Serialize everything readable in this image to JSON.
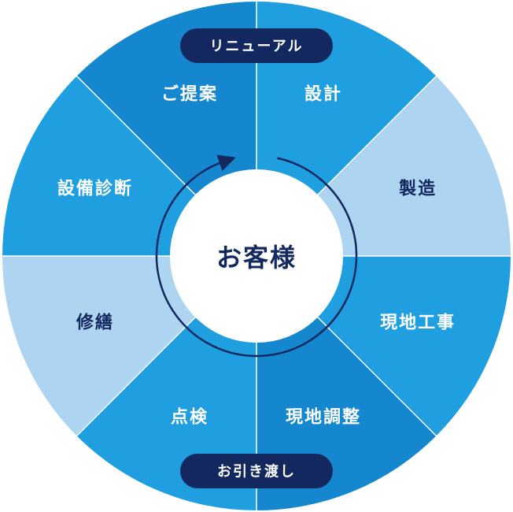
{
  "center": {
    "label": "お客様"
  },
  "segments": [
    {
      "label": "設計",
      "shade": "medium"
    },
    {
      "label": "製造",
      "shade": "light"
    },
    {
      "label": "現地工事",
      "shade": "medium"
    },
    {
      "label": "現地調整",
      "shade": "dark"
    },
    {
      "label": "点検",
      "shade": "medium"
    },
    {
      "label": "修繕",
      "shade": "light"
    },
    {
      "label": "設備診断",
      "shade": "medium"
    },
    {
      "label": "ご提案",
      "shade": "dark"
    }
  ],
  "badges": {
    "top": "リニューアル",
    "bottom": "お引き渡し"
  },
  "colors": {
    "dark": "#1487cf",
    "medium": "#1f9fe0",
    "light": "#add4f0",
    "navy": "#12285f",
    "label_on_blue": "#ffffff",
    "label_on_light": "#12285f",
    "center_fill": "#ffffff",
    "center_text": "#12285f",
    "divider": "#ffffff"
  }
}
